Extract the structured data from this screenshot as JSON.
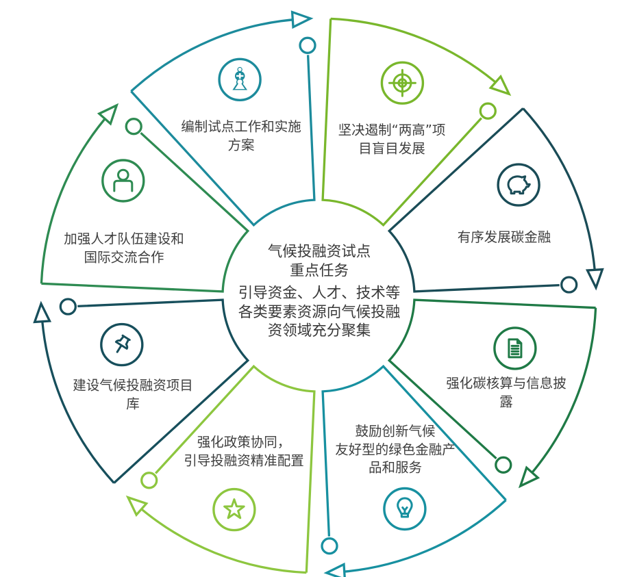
{
  "diagram": {
    "center": {
      "title": "气候投融资试点\n重点任务",
      "subtitle": "引导资金、人才、技术等\n各类要素资源向气候投融\n资领域充分聚集"
    },
    "wedges": [
      {
        "id": "curb-two-high",
        "label": "坚决遏制“两高”项\n目盲目发展",
        "icon": "target-icon",
        "color": "#79b72c"
      },
      {
        "id": "carbon-finance",
        "label": "有序发展碳金融",
        "icon": "piggy-bank-icon",
        "color": "#1a4c57"
      },
      {
        "id": "carbon-accounting",
        "label": "强化碳核算与信息披\n露",
        "icon": "document-icon",
        "color": "#1f7a46"
      },
      {
        "id": "green-finance-products",
        "label": "鼓励创新气候\n友好型的绿色金融产\n品和服务",
        "icon": "lightbulb-icon",
        "color": "#1790a0"
      },
      {
        "id": "policy-coordination",
        "label": "强化政策协同，\n引导投融资精准配置",
        "icon": "star-icon",
        "color": "#8dc63f"
      },
      {
        "id": "project-library",
        "label": "建设气候投融资项目\n库",
        "icon": "pushpin-icon",
        "color": "#174f5c"
      },
      {
        "id": "talent-cooperation",
        "label": "加强人才队伍建设和\n国际交流合作",
        "icon": "person-icon",
        "color": "#2e8b52"
      },
      {
        "id": "pilot-plan",
        "label": "编制试点工作和实施\n方案",
        "icon": "chess-piece-icon",
        "color": "#1c8b9c"
      }
    ]
  }
}
